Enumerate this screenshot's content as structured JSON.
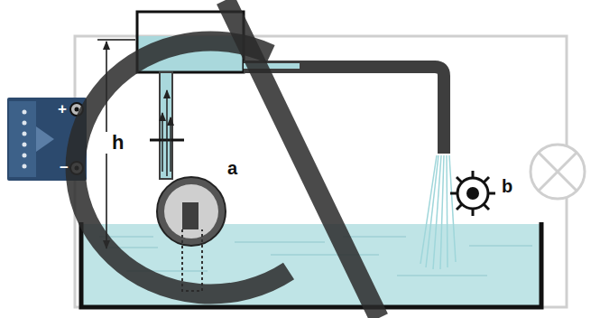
{
  "diagram": {
    "labels": [
      "h",
      "a",
      "b",
      "+",
      "−"
    ]
  }
}
